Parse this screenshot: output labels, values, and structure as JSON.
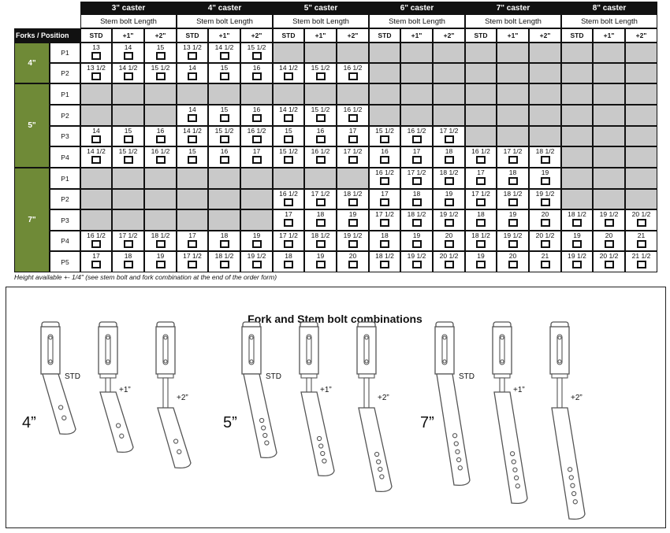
{
  "table": {
    "corner_label": "Forks / Position",
    "casters": [
      {
        "title": "3\" caster",
        "sublabel": "Stem bolt Length",
        "cols": [
          "STD",
          "+1\"",
          "+2\""
        ]
      },
      {
        "title": "4\" caster",
        "sublabel": "Stem bolt Length",
        "cols": [
          "STD",
          "+1\"",
          "+2\""
        ]
      },
      {
        "title": "5\" caster",
        "sublabel": "Stem bolt Length",
        "cols": [
          "STD",
          "+1\"",
          "+2\""
        ]
      },
      {
        "title": "6\" caster",
        "sublabel": "Stem bolt Length",
        "cols": [
          "STD",
          "+1\"",
          "+2\""
        ]
      },
      {
        "title": "7\" caster",
        "sublabel": "Stem bolt Length",
        "cols": [
          "STD",
          "+1\"",
          "+2\""
        ]
      },
      {
        "title": "8\" caster",
        "sublabel": "Stem bolt Length",
        "cols": [
          "STD",
          "+1\"",
          "+2\""
        ]
      }
    ],
    "forks": [
      {
        "label": "4\"",
        "rows": [
          {
            "pos": "P1",
            "cells": [
              "13",
              "14",
              "15",
              "13 1/2",
              "14 1/2",
              "15 1/2",
              null,
              null,
              null,
              null,
              null,
              null,
              null,
              null,
              null,
              null,
              null,
              null
            ]
          },
          {
            "pos": "P2",
            "cells": [
              "13 1/2",
              "14 1/2",
              "15 1/2",
              "14",
              "15",
              "16",
              "14 1/2",
              "15 1/2",
              "16 1/2",
              null,
              null,
              null,
              null,
              null,
              null,
              null,
              null,
              null
            ]
          }
        ]
      },
      {
        "label": "5\"",
        "rows": [
          {
            "pos": "P1",
            "cells": [
              null,
              null,
              null,
              null,
              null,
              null,
              null,
              null,
              null,
              null,
              null,
              null,
              null,
              null,
              null,
              null,
              null,
              null
            ]
          },
          {
            "pos": "P2",
            "cells": [
              null,
              null,
              null,
              "14",
              "15",
              "16",
              "14 1/2",
              "15 1/2",
              "16 1/2",
              null,
              null,
              null,
              null,
              null,
              null,
              null,
              null,
              null
            ]
          },
          {
            "pos": "P3",
            "cells": [
              "14",
              "15",
              "16",
              "14 1/2",
              "15 1/2",
              "16 1/2",
              "15",
              "16",
              "17",
              "15 1/2",
              "16 1/2",
              "17 1/2",
              null,
              null,
              null,
              null,
              null,
              null
            ]
          },
          {
            "pos": "P4",
            "cells": [
              "14 1/2",
              "15 1/2",
              "16 1/2",
              "15",
              "16",
              "17",
              "15 1/2",
              "16 1/2",
              "17 1/2",
              "16",
              "17",
              "18",
              "16 1/2",
              "17 1/2",
              "18 1/2",
              null,
              null,
              null
            ]
          }
        ]
      },
      {
        "label": "7\"",
        "rows": [
          {
            "pos": "P1",
            "cells": [
              null,
              null,
              null,
              null,
              null,
              null,
              null,
              null,
              null,
              "16 1/2",
              "17 1/2",
              "18 1/2",
              "17",
              "18",
              "19",
              null,
              null,
              null
            ]
          },
          {
            "pos": "P2",
            "cells": [
              null,
              null,
              null,
              null,
              null,
              null,
              "16 1/2",
              "17 1/2",
              "18 1/2",
              "17",
              "18",
              "19",
              "17 1/2",
              "18 1/2",
              "19 1/2",
              null,
              null,
              null
            ]
          },
          {
            "pos": "P3",
            "cells": [
              null,
              null,
              null,
              null,
              null,
              null,
              "17",
              "18",
              "19",
              "17 1/2",
              "18 1/2",
              "19 1/2",
              "18",
              "19",
              "20",
              "18 1/2",
              "19 1/2",
              "20 1/2"
            ]
          },
          {
            "pos": "P4",
            "cells": [
              "16 1/2",
              "17 1/2",
              "18 1/2",
              "17",
              "18",
              "19",
              "17 1/2",
              "18 1/2",
              "19 1/2",
              "18",
              "19",
              "20",
              "18 1/2",
              "19 1/2",
              "20 1/2",
              "19",
              "20",
              "21"
            ]
          },
          {
            "pos": "P5",
            "cells": [
              "17",
              "18",
              "19",
              "17 1/2",
              "18 1/2",
              "19 1/2",
              "18",
              "19",
              "20",
              "18 1/2",
              "19 1/2",
              "20 1/2",
              "19",
              "20",
              "21",
              "19 1/2",
              "20 1/2",
              "21 1/2"
            ]
          }
        ]
      }
    ],
    "note": "Height available +- 1/4\"  (see stem bolt and fork combination at the end of the order form)"
  },
  "combinations": {
    "title": "Fork and Stem bolt combinations",
    "groups": [
      {
        "fork": "4”",
        "labels": [
          "STD",
          "+1”",
          "+2”"
        ]
      },
      {
        "fork": "5”",
        "labels": [
          "STD",
          "+1”",
          "+2”"
        ]
      },
      {
        "fork": "7”",
        "labels": [
          "STD",
          "+1”",
          "+2”"
        ]
      }
    ]
  },
  "colors": {
    "fork_header": "#6f8a37",
    "unavailable": "#c9c9c9",
    "header": "#111111"
  }
}
